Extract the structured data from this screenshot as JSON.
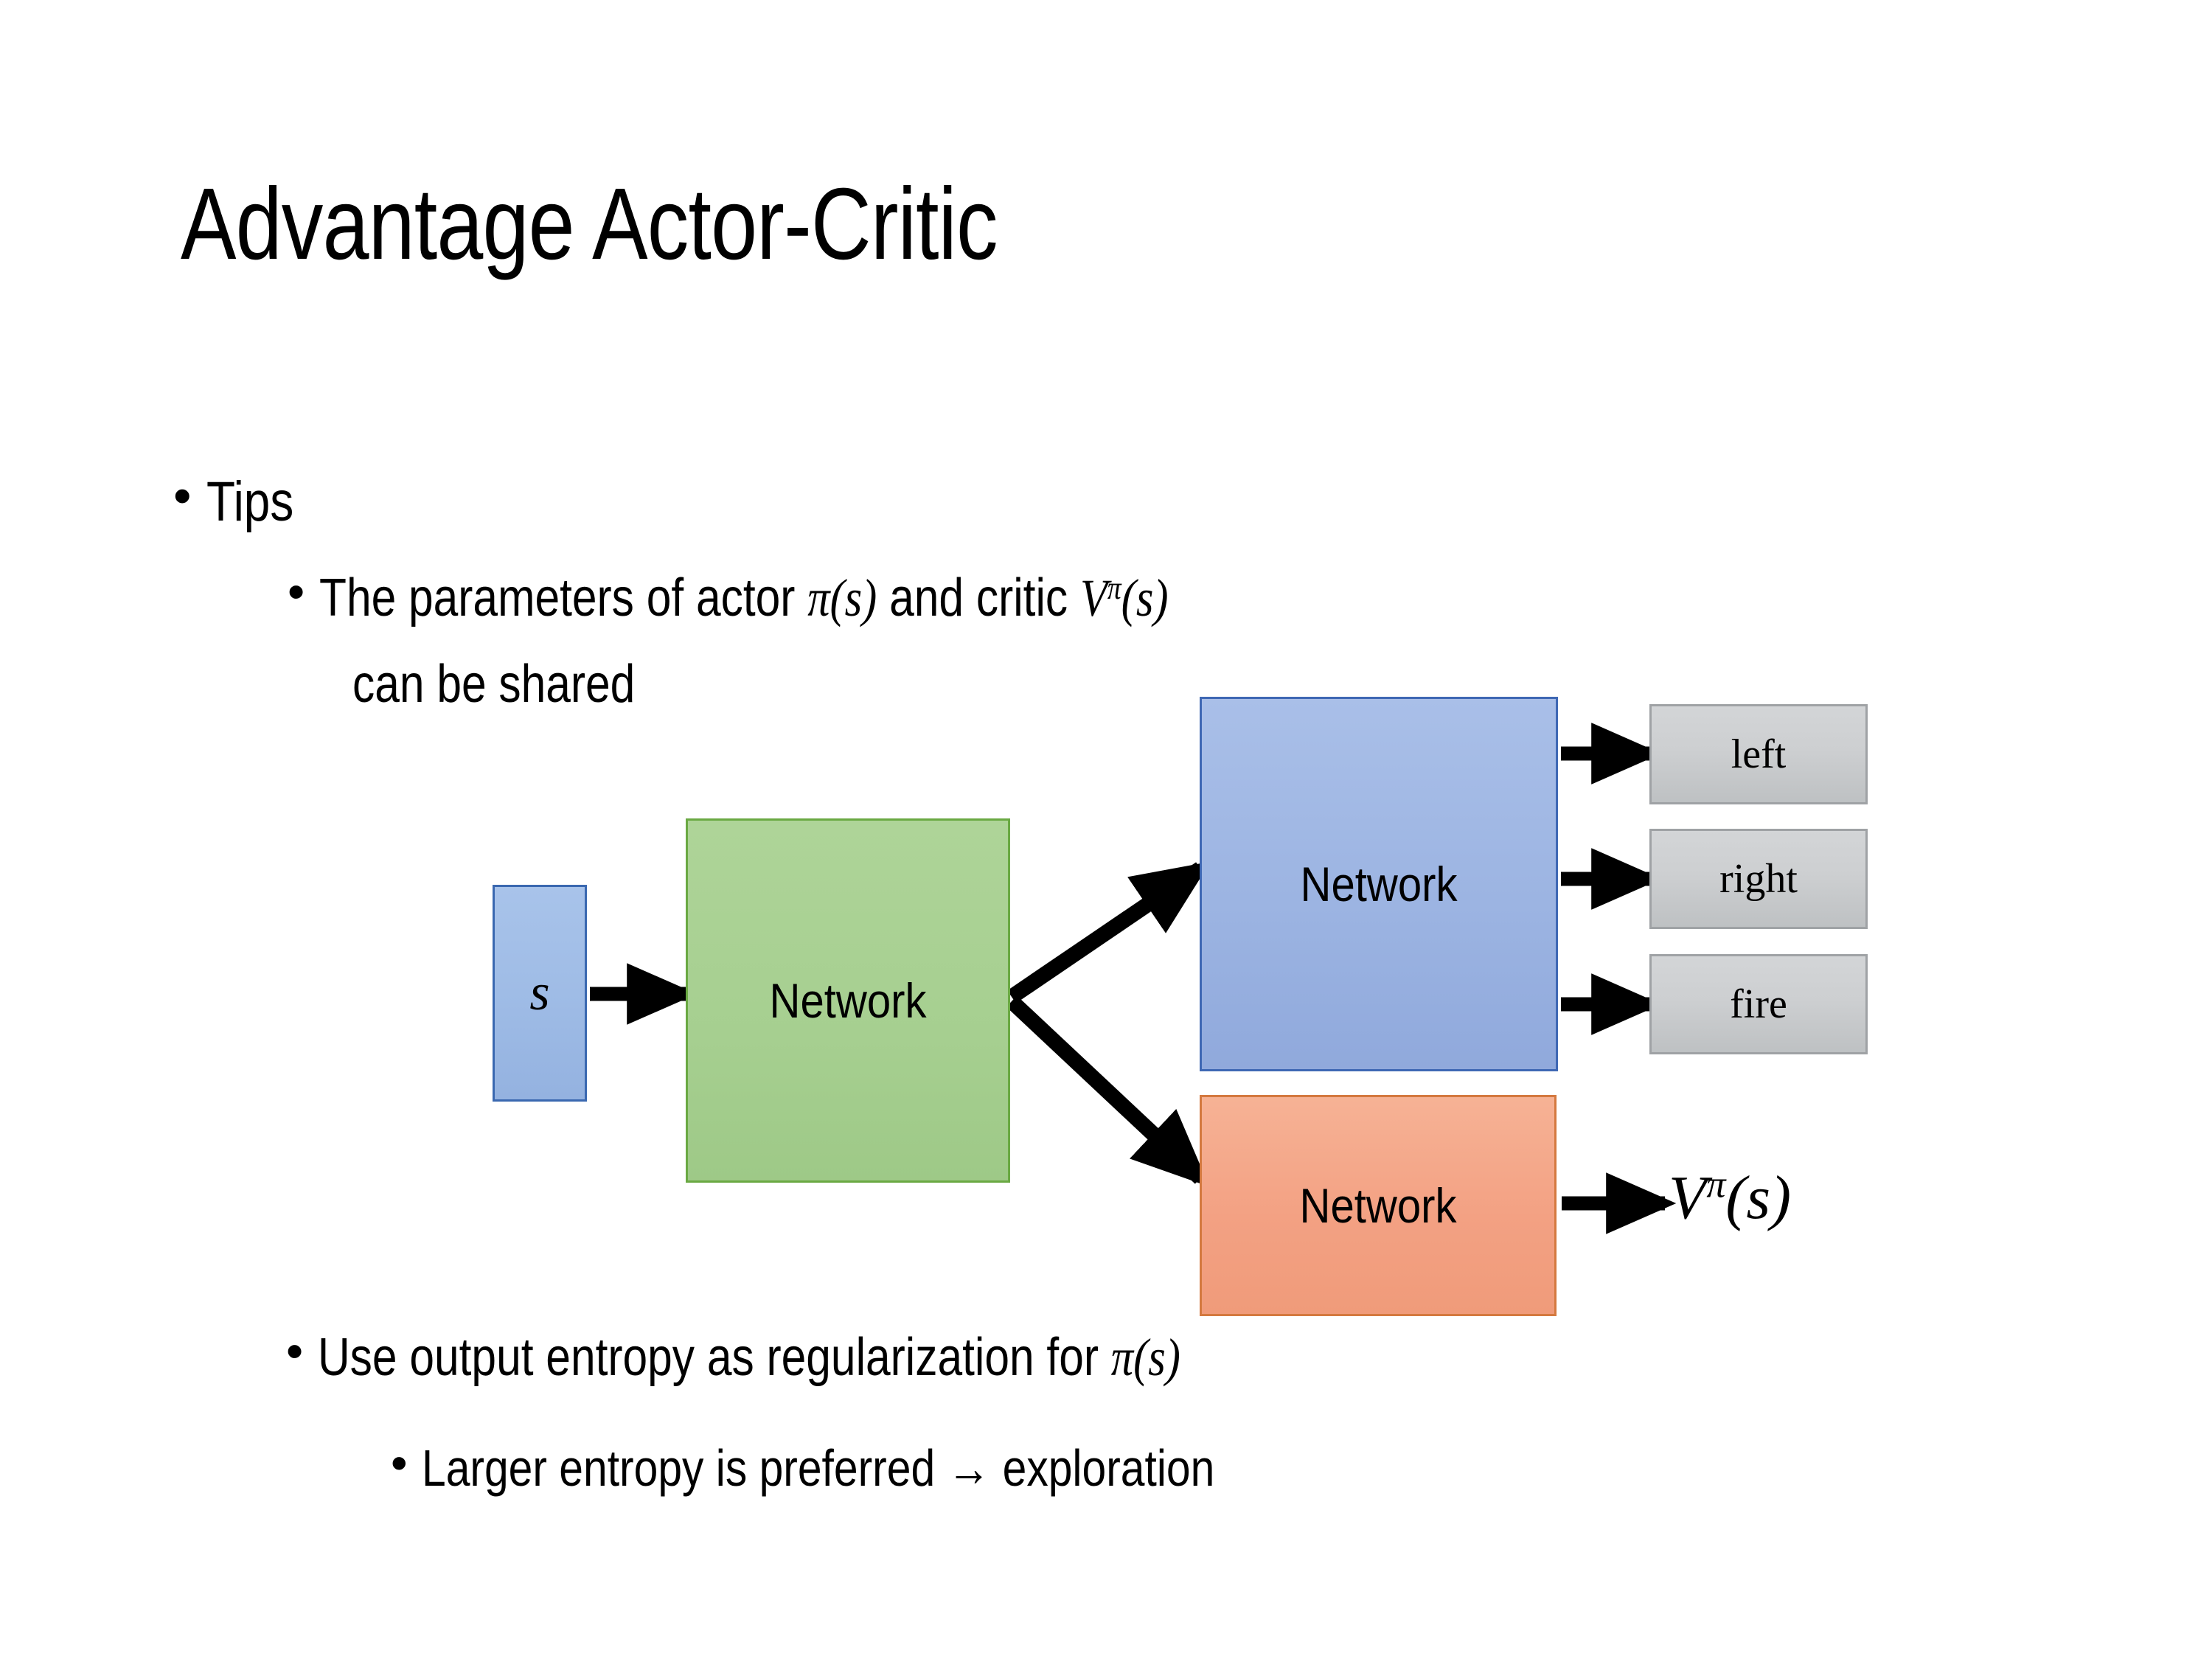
{
  "slide": {
    "title": "Advantage Actor-Critic",
    "background": "#ffffff"
  },
  "body": {
    "bullets": [
      {
        "level": 1,
        "marker": "•",
        "text": "Tips"
      },
      {
        "level": 2,
        "marker": "•",
        "text_before_math": "The parameters of actor ",
        "math_actor": "π(s)",
        "text_middle": "  and critic ",
        "math_critic_base": "V",
        "math_critic_sup": "π",
        "math_critic_arg": "(s)",
        "continuation": "can be shared"
      },
      {
        "level": 2,
        "marker": "•",
        "text_before_math": "Use output entropy as regularization for ",
        "math_actor": "π(s)"
      },
      {
        "level": 3,
        "marker": "•",
        "text": "Larger entropy is preferred → exploration"
      }
    ]
  },
  "diagram": {
    "state_node": {
      "label": "s",
      "fill": "#9fbce6",
      "border": "#3a68b0"
    },
    "shared_network": {
      "label": "Network",
      "fill": "#a6cf90",
      "border": "#6aa943"
    },
    "actor_network": {
      "label": "Network",
      "fill": "#9cb4e2",
      "border": "#3f68b4"
    },
    "critic_network": {
      "label": "Network",
      "fill": "#f3a183",
      "border": "#d4793f"
    },
    "actions": [
      {
        "label": "left"
      },
      {
        "label": "right"
      },
      {
        "label": "fire"
      }
    ],
    "value_output": {
      "base": "V",
      "superscript": "π",
      "argument": "(s)"
    },
    "arrow_color": "#000000"
  }
}
